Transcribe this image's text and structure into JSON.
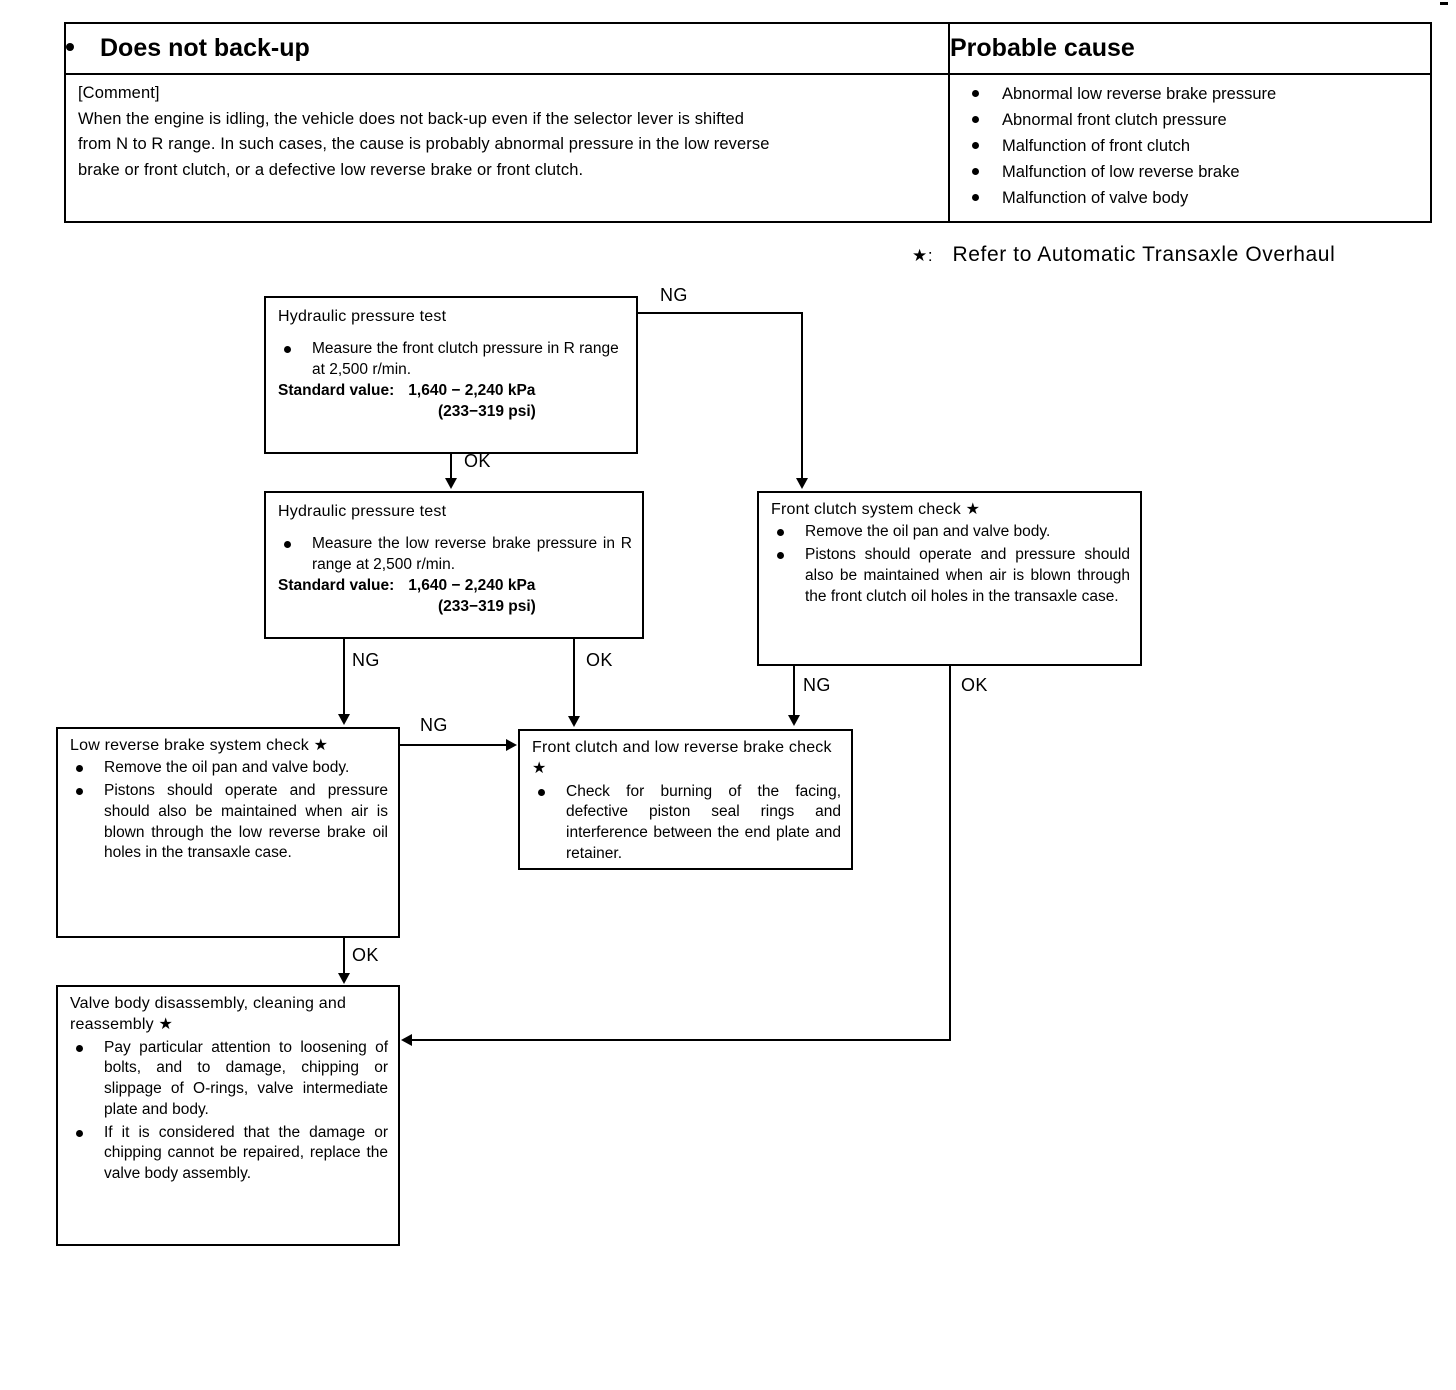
{
  "symptom_table": {
    "header": {
      "symptom": "Does not back-up",
      "probable_cause": "Probable cause"
    },
    "comment_label": "[Comment]",
    "comment_lines": [
      "When the engine is idling, the vehicle does not back-up even if the selector lever is shifted",
      "from N to R range. In such cases, the cause is probably abnormal pressure in the low reverse",
      "brake or front clutch, or a defective low reverse brake or front clutch."
    ],
    "causes": [
      "Abnormal low reverse brake pressure",
      "Abnormal front clutch pressure",
      "Malfunction of front clutch",
      "Malfunction of low reverse brake",
      "Malfunction of valve body"
    ]
  },
  "footnote": {
    "marker": "★:",
    "text": "Refer to Automatic Transaxle Overhaul"
  },
  "flow": {
    "box_hydraulic_front_clutch": {
      "title": "Hydraulic pressure test",
      "bullets": [
        "Measure the front clutch pressure in R range at 2,500 r/min."
      ],
      "standard_label": "Standard value:",
      "standard_value_1": "1,640 − 2,240 kPa",
      "standard_value_2": "(233−319 psi)"
    },
    "box_hydraulic_low_reverse": {
      "title": "Hydraulic pressure test",
      "bullets": [
        "Measure the low reverse brake pressure in R range at 2,500 r/min."
      ],
      "standard_label": "Standard value:",
      "standard_value_1": "1,640 − 2,240 kPa",
      "standard_value_2": "(233−319 psi)"
    },
    "box_front_clutch_system_check": {
      "title": "Front clutch system check ★",
      "bullets": [
        "Remove the oil pan and valve body.",
        "Pistons should operate and pressure should also be maintained when air is blown through the front clutch oil holes in the transaxle case."
      ]
    },
    "box_low_reverse_brake_system_check": {
      "title": "Low reverse brake system check ★",
      "bullets": [
        "Remove the oil pan and valve body.",
        "Pistons should operate and pressure should also be maintained when air is blown through the low reverse brake oil holes in the transaxle case."
      ]
    },
    "box_front_clutch_and_low_reverse_brake_check": {
      "title": "Front clutch and low reverse brake check ★",
      "bullets": [
        "Check for burning of the facing, defective piston seal rings and interference between the end plate and retainer."
      ]
    },
    "box_valve_body": {
      "title": "Valve body disassembly, cleaning and reassembly ★",
      "bullets": [
        "Pay particular attention to loosening of bolts, and to damage, chipping or slippage of O-rings, valve intermediate plate and body.",
        "If it is considered that the damage or chipping cannot be repaired, replace the valve body assembly."
      ]
    },
    "labels": {
      "ng_top": "NG",
      "ok_top": "OK",
      "ng_left": "NG",
      "ok_mid": "OK",
      "ng_right": "NG",
      "ok_right": "OK",
      "ng_cross": "NG",
      "ok_bottom": "OK"
    }
  },
  "colors": {
    "ink": "#000000",
    "paper": "#ffffff"
  }
}
